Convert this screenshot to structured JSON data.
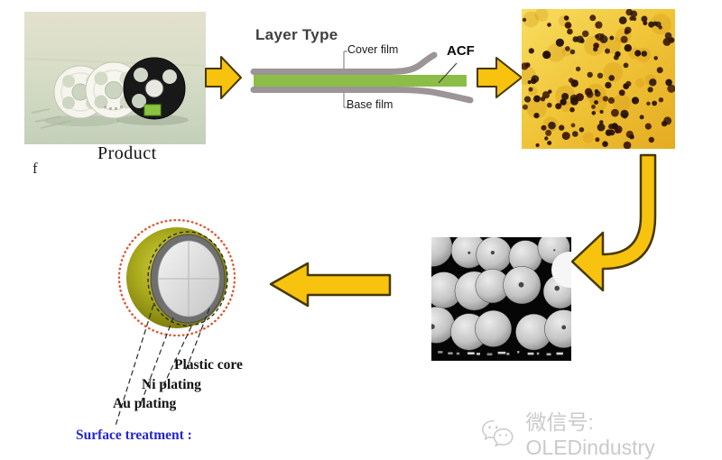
{
  "product": {
    "label": "Product",
    "cropped_char": "f",
    "photo_description": "three-tape-reels-photo"
  },
  "layer_diagram": {
    "title": "Layer Type",
    "cover_film_label": "Cover film",
    "acf_label": "ACF",
    "base_film_label": "Base film"
  },
  "particle_diagram": {
    "plastic_core_label": "Plastic core",
    "ni_plating_label": "Ni plating",
    "au_plating_label": "Au plating",
    "surface_treatment_label": "Surface treatment :"
  },
  "watermark": {
    "icon": "wechat-icon",
    "text": "微信号: OLEDindustry"
  },
  "colors": {
    "arrow_fill": "#F8C30E",
    "arrow_outline": "#473800",
    "acf_green": "#8CBE47",
    "film_gray": "#9C9496",
    "surface_treatment_blue": "#2626C9",
    "dotted_circle_orange": "#E2542A",
    "au_plating_yellow": "#A9A91C",
    "ni_plating_gray": "#6F6F6F",
    "plastic_core_gray": "#E6E6E6",
    "watermark_gray": "#CACACA"
  }
}
